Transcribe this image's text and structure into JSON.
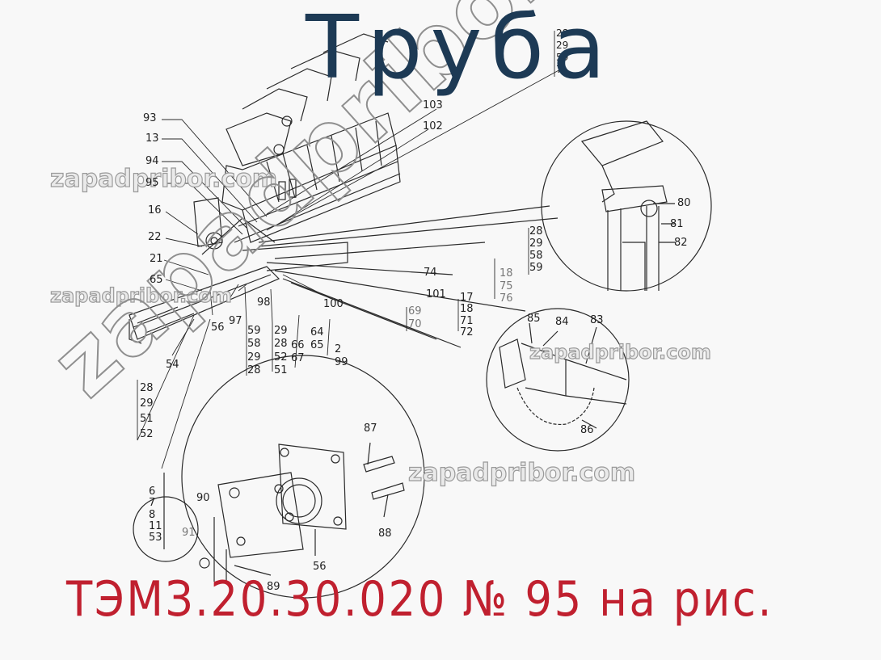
{
  "title": "Труба",
  "subtitle": "ТЭМЗ.20.30.020 № 95 на рис.",
  "colors": {
    "title": "#1d3a55",
    "subtitle": "#c0202f",
    "background": "#f8f8f8",
    "line_art": "#222222",
    "watermark": "#9a9a9a"
  },
  "watermarks": {
    "horizontal": [
      "zapadpribor.com",
      "zapadpribor.com",
      "zapadpribor.com",
      "zapadpribor.com"
    ],
    "diagonal": "zapadpribor.com"
  },
  "callouts": {
    "c93": "93",
    "c13": "13",
    "c94": "94",
    "c95": "95",
    "c16": "16",
    "c22": "22",
    "c21": "21",
    "c65": "65",
    "c56a": "56",
    "c97": "97",
    "c98": "98",
    "c54": "54",
    "c100": "100",
    "c103": "103",
    "c102": "102",
    "col_top_right": "28\n29\n59\n7",
    "col_59_58": "59\n58\n29\n28",
    "col_29_28": "29\n28\n52\n51",
    "col_66_67": "66\n67",
    "col_64_65": "64\n65",
    "col_2_99": "2\n99",
    "col_left_28": "28\n29\n51\n52",
    "col_28_59": "28\n29\n58\n59",
    "c74": "74",
    "c101": "101",
    "col_69_70": "69\n70",
    "col_17_72": "17\n18\n71\n72",
    "col_18_76": "18\n75\n76",
    "c80": "80",
    "c81": "81",
    "c82": "82",
    "c85": "85",
    "c84": "84",
    "c83": "83",
    "c86": "86",
    "c87": "87",
    "c88": "88",
    "c56b": "56",
    "c90": "90",
    "c91": "91",
    "c89": "89",
    "col_6_53": "6\n7\n8\n11\n53"
  },
  "detail_views": [
    {
      "name": "pipe-fitting-detail",
      "parts": [
        "80",
        "81",
        "82"
      ]
    },
    {
      "name": "cap-and-chain-detail",
      "parts": [
        "83",
        "84",
        "85",
        "86"
      ]
    },
    {
      "name": "flange-mount-detail",
      "parts": [
        "56",
        "87",
        "88",
        "89",
        "90",
        "91"
      ]
    }
  ]
}
